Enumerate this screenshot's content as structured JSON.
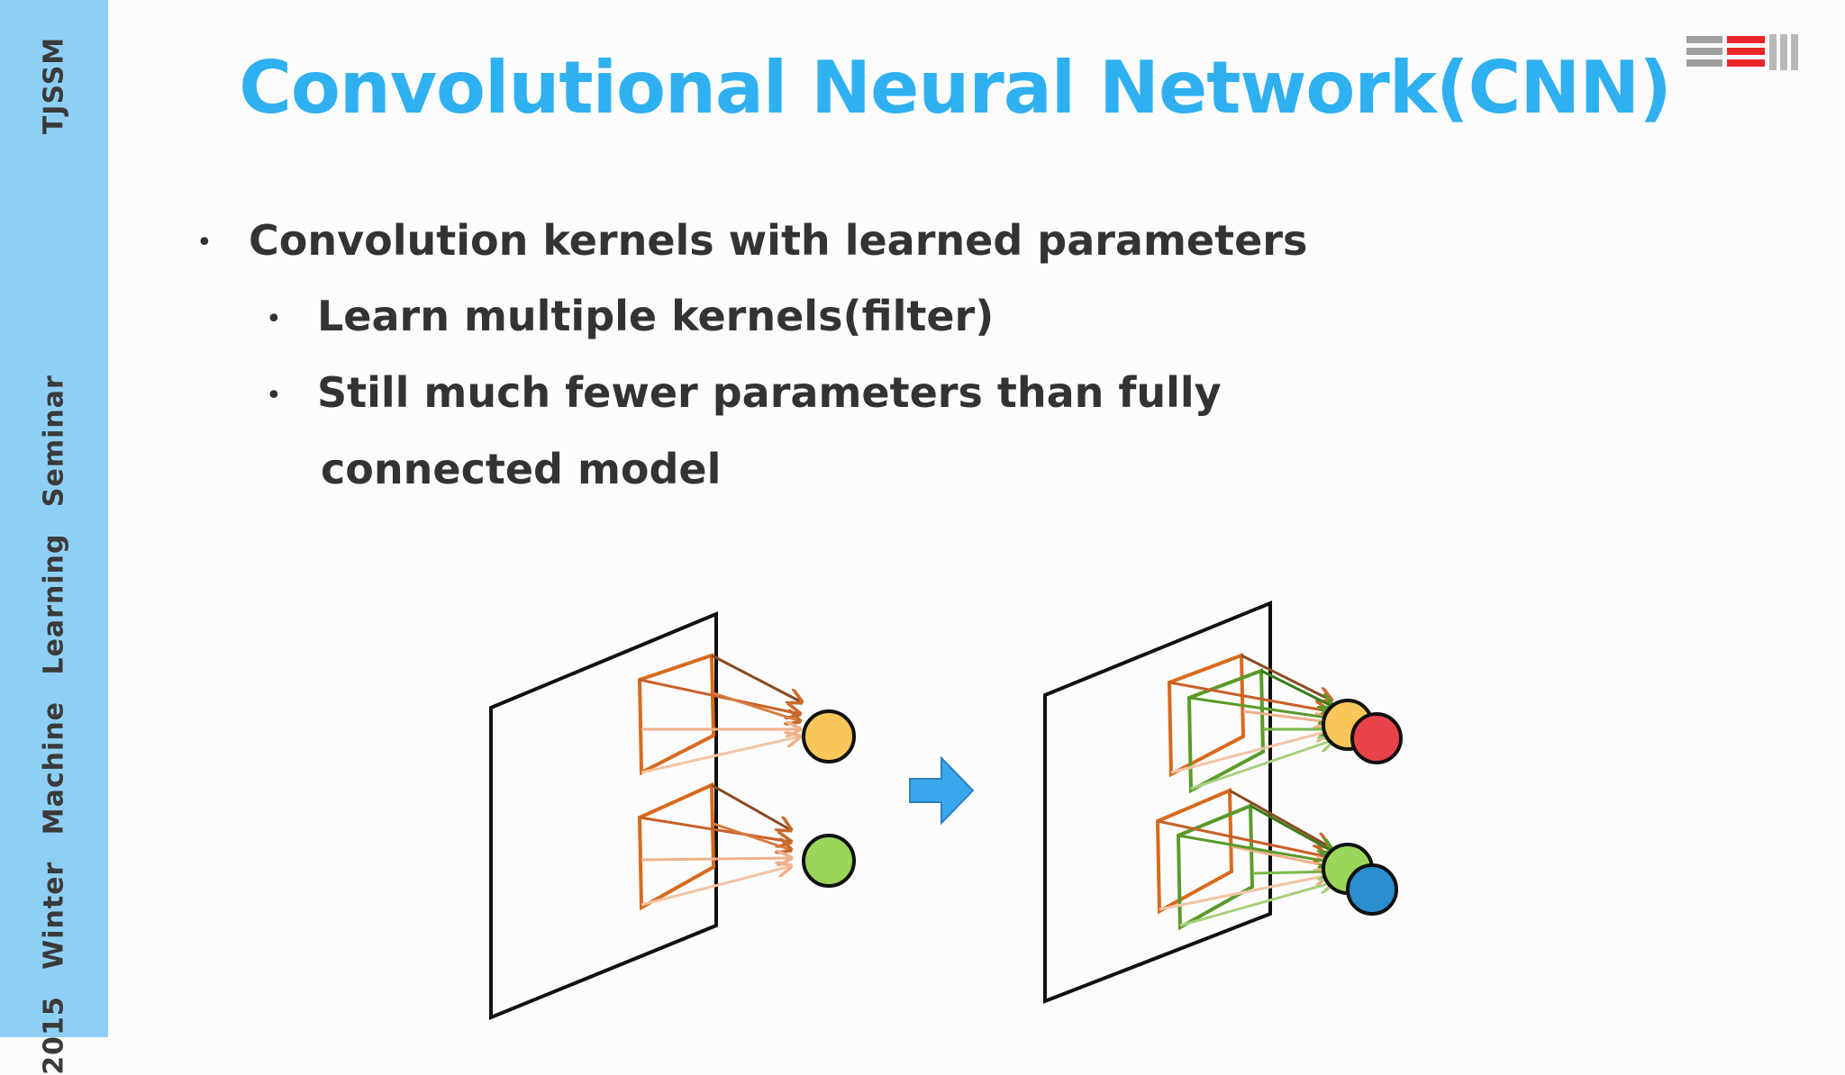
{
  "sidebar": {
    "top_text": "TJSSM",
    "bottom_text": "2015 Winter Machine Learning Seminar",
    "color": "#8ed0f5"
  },
  "logo": {
    "icon": "tjssm-logo-icon",
    "colors": [
      "#a0a0a0",
      "#e8252b",
      "#b8b8b8"
    ]
  },
  "slide": {
    "title": "Convolutional Neural Network(CNN)",
    "title_color": "#2fb0f0",
    "bullets": [
      {
        "level": 1,
        "text": "Convolution kernels with learned parameters"
      },
      {
        "level": 2,
        "text": "Learn multiple kernels(filter)"
      },
      {
        "level": 2,
        "text": "Still much fewer parameters than fully",
        "continuation": "connected model"
      }
    ]
  },
  "diagram": {
    "arrow_icon": "right-arrow-icon",
    "arrow_color": "#3aa8ec",
    "left_panel": {
      "kernel_color": "#d86a1c",
      "output_nodes": [
        "#f8c65a",
        "#9ad65a"
      ]
    },
    "right_panel": {
      "kernel_colors": [
        "#d86a1c",
        "#5a9a2a"
      ],
      "output_nodes": [
        "#f8c65a",
        "#e8434a",
        "#9ad65a",
        "#2a8ed0"
      ]
    }
  }
}
